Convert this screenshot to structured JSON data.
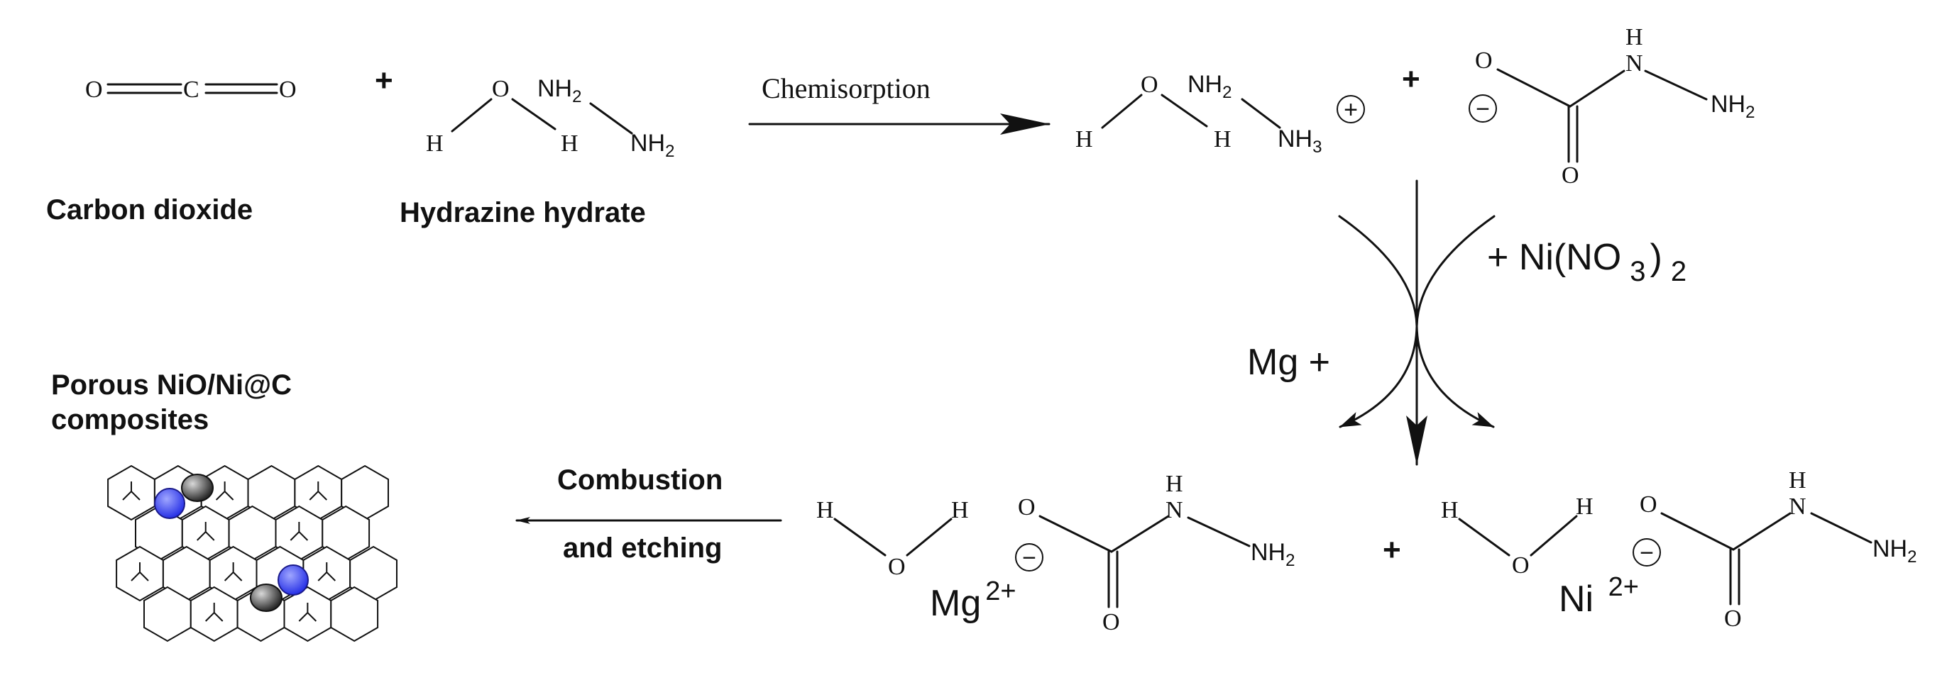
{
  "co2": {
    "o_left": "O",
    "c": "C",
    "o_right": "O",
    "caption": "Carbon  dioxide"
  },
  "plus_1": "+",
  "hydrazine_hydrate": {
    "o": "O",
    "h_left": "H",
    "h_mid": "H",
    "nh2_top": "NH",
    "nh2_top_sub": "2",
    "nh2_bottom": "NH",
    "nh2_bottom_sub": "2",
    "caption": "Hydrazine  hydrate"
  },
  "arrow_1_label": "Chemisorption",
  "cation": {
    "o": "O",
    "h_left": "H",
    "h_mid": "H",
    "nh2": "NH",
    "nh2_sub": "2",
    "nh3": "NH",
    "nh3_sub": "3",
    "charge": "+"
  },
  "plus_2": "+",
  "carbazate": {
    "charge": "−",
    "o_top": "O",
    "o_bottom": "O",
    "h": "H",
    "n": "N",
    "nh2": "NH",
    "nh2_sub": "2"
  },
  "reagent_right": {
    "text": "+ Ni(NO",
    "sub": "3",
    "close": ")",
    "sub2": "2"
  },
  "reagent_left": "Mg  +",
  "arrow_2_label": {
    "line1": "Combustion",
    "line2": "and etching"
  },
  "mg_product": {
    "water_h_left": "H",
    "water_h_right": "H",
    "water_o": "O",
    "charge": "−",
    "o_top": "O",
    "o_bottom": "O",
    "h": "H",
    "n": "N",
    "nh2": "NH",
    "nh2_sub": "2",
    "ion": "Mg",
    "ion_charge": "2+"
  },
  "plus_3": "+",
  "ni_product": {
    "water_h_left": "H",
    "water_h_right": "H",
    "water_o": "O",
    "charge": "−",
    "o_top": "O",
    "o_bottom": "O",
    "h": "H",
    "n": "N",
    "nh2": "NH",
    "nh2_sub": "2",
    "ion": "Ni ",
    "ion_charge": "2+"
  },
  "composite_label": {
    "line1": "Porous  NiO/Ni@C",
    "line2": "composites"
  },
  "colors": {
    "ink": "#111111",
    "ni_sphere": "#3f49ff",
    "o_sphere": "#4a4a4a"
  }
}
